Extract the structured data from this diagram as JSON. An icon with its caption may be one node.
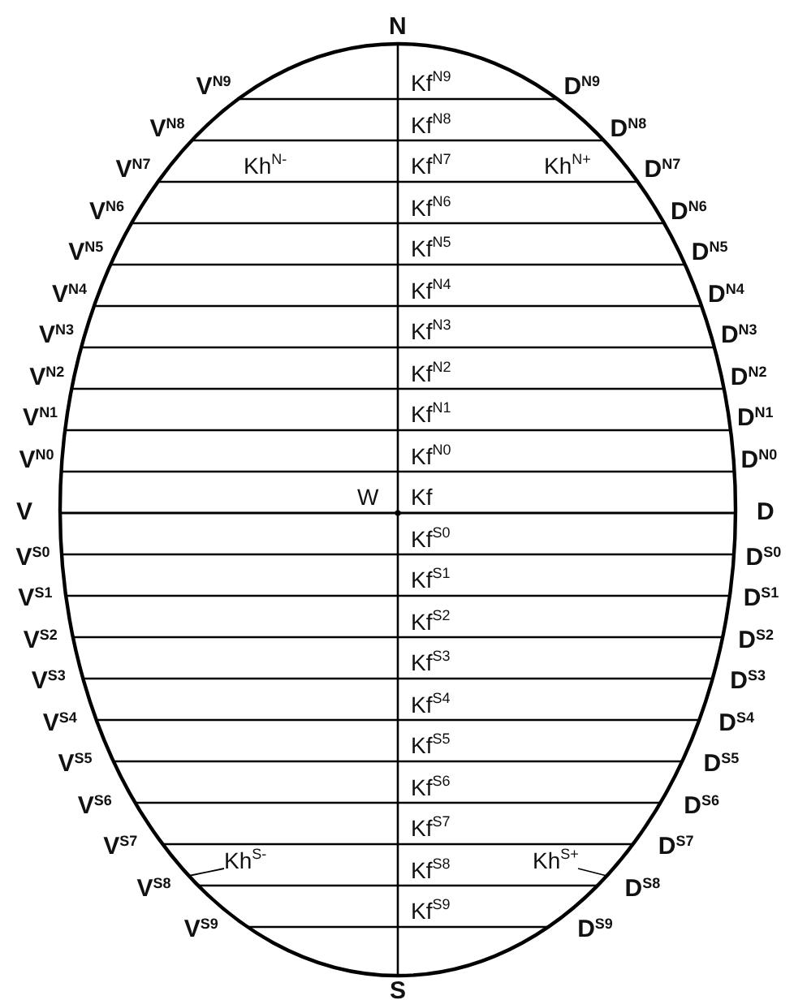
{
  "diagram": {
    "nodes": [
      {
        "text": [
          "Kh$^{S-}$"
        ]
      },
      {
        "text": [
          "Kh$^{S+}$"
        ]
      }
    ],
    "edges": [
      {
        "from": 0,
        "to": null,
        "arrow": "none"
      },
      {
        "from": 1,
        "to": null,
        "arrow": "none"
      }
    ],
    "labels": [
      "N",
      "V$^{N9}$",
      "Kf$^{N9}$",
      "D$^{N9}$",
      "V$^{N8}$",
      "Kf$^{N8}$",
      "D$^{N8}$",
      "V$^{N7}$",
      "Kh$^{N-}$",
      "Kf$^{N7}$",
      "Kh$^{N+}$",
      "D$^{N7}$",
      "V$^{N6}$",
      "Kf$^{N6}$",
      "D$^{N6}$",
      "V$^{N5}$",
      "Kf$^{N5}$",
      "D$^{N5}$",
      "V$^{N4}$",
      "Kf$^{N4}$",
      "D$^{N4}$",
      "V$^{N3}$",
      "Kf$^{N3}$",
      "D$^{N3}$",
      "V$^{N2}$",
      "Kf$^{N2}$",
      "D$^{N2}$",
      "V$^{N1}$",
      "Kf$^{N1}$",
      "D$^{N1}$",
      "V$^{N0}$",
      "Kf$^{N0}$",
      "D$^{N0}$",
      "V",
      "W",
      "Kf",
      "D",
      "V$^{S0}$",
      "Kf$^{S0}$",
      "D$^{S0}$",
      "V$^{S1}$",
      "Kf$^{S1}$",
      "D$^{S1}$",
      "V$^{S2}$",
      "Kf$^{S2}$",
      "D$^{S2}$",
      "V$^{S3}$",
      "Kf$^{S3}$",
      "D$^{S3}$",
      "V$^{S4}$",
      "Kf$^{S4}$",
      "D$^{S4}$",
      "V$^{S5}$",
      "Kf$^{S5}$",
      "D$^{S5}$",
      "V$^{S6}$",
      "Kf$^{S6}$",
      "D$^{S6}$",
      "V$^{S7}$",
      "Kf$^{S7}$",
      "D$^{S7}$",
      "V$^{S8}$",
      "Kf$^{S8}$",
      "D$^{S8}$",
      "V$^{S9}$",
      "Kf$^{S9}$",
      "D$^{S9}$",
      "S"
    ]
  }
}
